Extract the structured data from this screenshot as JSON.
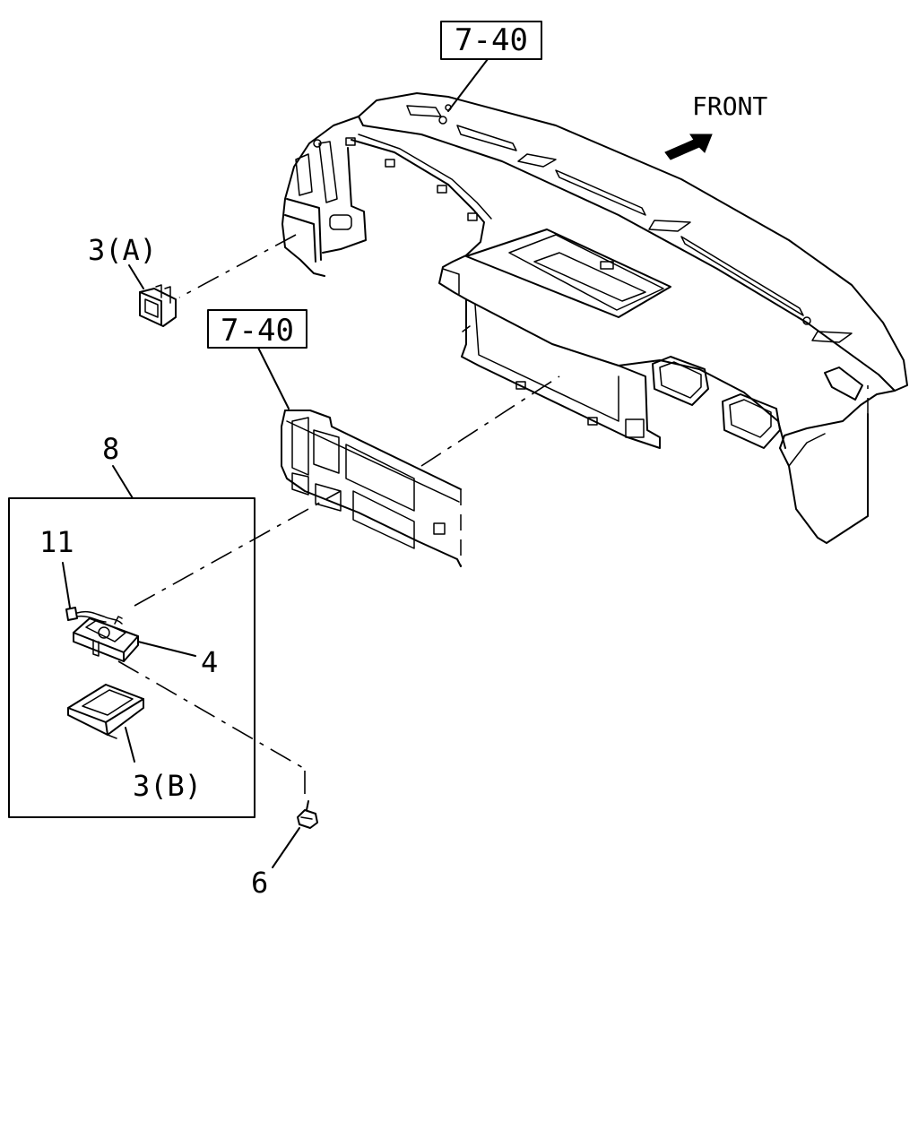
{
  "diagram": {
    "callouts": [
      {
        "id": "ref-top",
        "text": "7-40"
      },
      {
        "id": "ref-mid",
        "text": "7-40"
      }
    ],
    "labels": {
      "front": "FRONT",
      "part_3a": "3(A)",
      "part_8": "8",
      "part_11": "11",
      "part_4": "4",
      "part_3b": "3(B)",
      "part_6": "6"
    }
  }
}
